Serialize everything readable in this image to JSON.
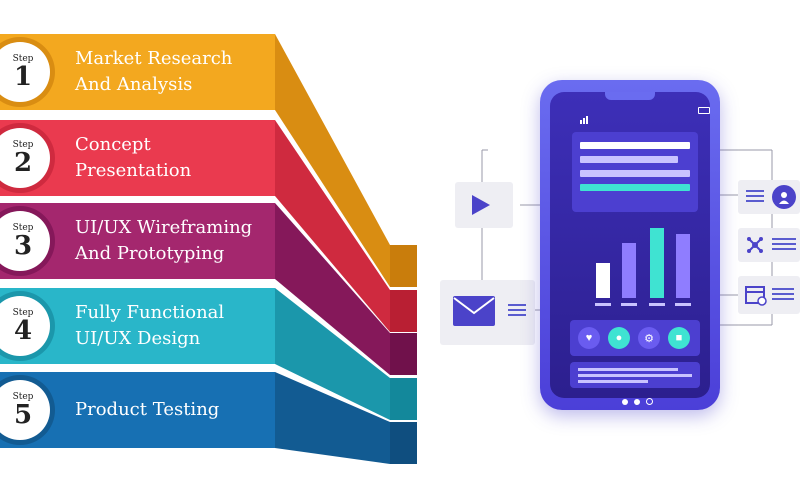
{
  "steps": [
    {
      "step_word": "Step",
      "number": "1",
      "line1": "Market Research",
      "line2": "And Analysis",
      "color": "#f3a81f",
      "shade": "#d98d12",
      "fold": "#c97d0c"
    },
    {
      "step_word": "Step",
      "number": "2",
      "line1": "Concept",
      "line2": "Presentation",
      "color": "#ea3a4f",
      "shade": "#cf2a3f",
      "fold": "#b91f33"
    },
    {
      "step_word": "Step",
      "number": "3",
      "line1": "UI/UX Wireframing",
      "line2": "And Prototyping",
      "color": "#a4276e",
      "shade": "#85185a",
      "fold": "#70114b"
    },
    {
      "step_word": "Step",
      "number": "4",
      "line1": "Fully Functional",
      "line2": "UI/UX Design",
      "color": "#29b6c9",
      "shade": "#1b97ab",
      "fold": "#13889b"
    },
    {
      "step_word": "Step",
      "number": "5",
      "line1": "Product Testing",
      "line2": "",
      "color": "#1770b3",
      "shade": "#125b92",
      "fold": "#0f4e7f"
    }
  ],
  "phone": {
    "accent": "#5b4de8",
    "highlight": "#3fe3d2",
    "icons": [
      "heart-icon",
      "bell-icon",
      "gear-icon",
      "lock-icon"
    ],
    "bar_levels": [
      0.45,
      0.7,
      0.9,
      0.82
    ],
    "bar_colors": [
      "#ffffff",
      "#8f7dff",
      "#3fe3d2",
      "#8f7dff"
    ]
  },
  "side_icons": {
    "left": [
      "play-icon",
      "mail-icon"
    ],
    "right": [
      "user-icon",
      "network-icon",
      "calendar-icon"
    ]
  }
}
